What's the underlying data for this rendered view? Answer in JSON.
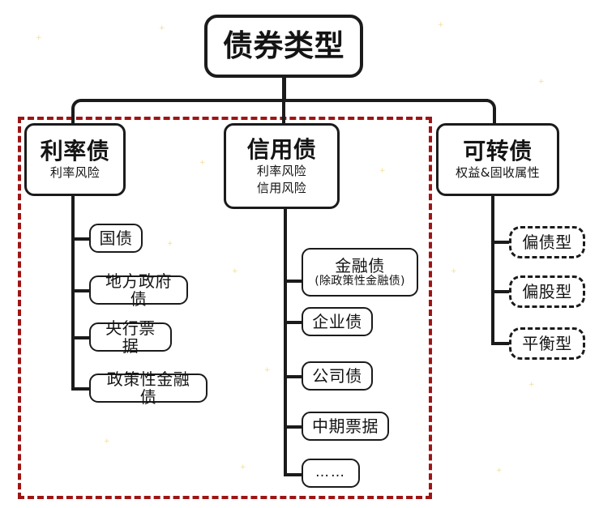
{
  "diagram": {
    "title_text": "债券类型",
    "root": {
      "label": "债券类型"
    },
    "categories": [
      {
        "id": "rate",
        "label": "利率债",
        "sub1": "利率风险",
        "sub2": ""
      },
      {
        "id": "credit",
        "label": "信用债",
        "sub1": "利率风险",
        "sub2": "信用风险"
      },
      {
        "id": "conv",
        "label": "可转债",
        "sub1": "权益&固收属性",
        "sub2": ""
      }
    ],
    "branches": {
      "rate": {
        "leaves": [
          {
            "label": "国债",
            "note": ""
          },
          {
            "label": "地方政府债",
            "note": ""
          },
          {
            "label": "央行票据",
            "note": ""
          },
          {
            "label": "政策性金融债",
            "note": ""
          }
        ]
      },
      "credit": {
        "leaves": [
          {
            "label": "金融债",
            "note": "(除政策性金融债)"
          },
          {
            "label": "企业债",
            "note": ""
          },
          {
            "label": "公司债",
            "note": ""
          },
          {
            "label": "中期票据",
            "note": ""
          },
          {
            "label": "……",
            "note": ""
          }
        ]
      },
      "conv": {
        "leaves": [
          {
            "label": "偏债型",
            "note": ""
          },
          {
            "label": "偏股型",
            "note": ""
          },
          {
            "label": "平衡型",
            "note": ""
          }
        ]
      }
    },
    "highlight": {
      "name": "red-dashed-region",
      "color": "#9e1414",
      "style": "dashed"
    },
    "colors": {
      "line": "#1b1b1b",
      "box_border": "#1b1b1b",
      "text": "#141414",
      "background": "#ffffff",
      "highlight": "#9e1414"
    }
  }
}
